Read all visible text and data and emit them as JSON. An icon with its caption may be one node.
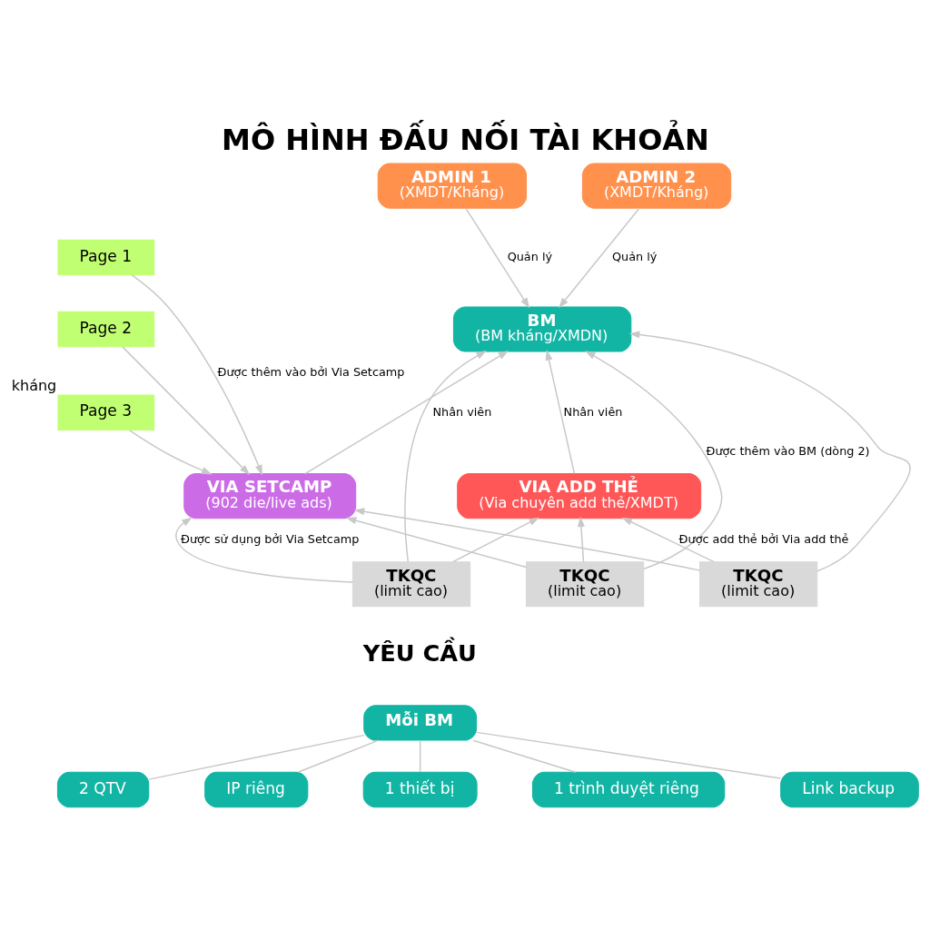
{
  "diagram": {
    "title": "MÔ HÌNH ĐẤU NỐI TÀI KHOẢN",
    "nodes": [
      {
        "text": [
          "ADMIN 1",
          "(XMDT/Kháng)"
        ]
      },
      {
        "text": [
          "ADMIN 2",
          "(XMDT/Kháng)"
        ]
      },
      {
        "text": [
          "Page 1"
        ]
      },
      {
        "text": [
          "Page 2"
        ]
      },
      {
        "text": [
          "Page 3"
        ],
        "beside": [
          "kháng"
        ]
      },
      {
        "text": [
          "BM",
          "(BM kháng/XMDN)"
        ]
      },
      {
        "text": [
          "VIA SETCAMP",
          "(902 die/live ads)"
        ]
      },
      {
        "text": [
          "VIA ADD THẺ",
          "(Via chuyên add thẻ/XMDT)"
        ]
      },
      {
        "text": [
          "TKQC",
          "(limit cao)"
        ]
      },
      {
        "text": [
          "TKQC",
          "(limit cao)"
        ]
      },
      {
        "text": [
          "TKQC",
          "(limit cao)"
        ]
      },
      {
        "text": [
          "Mỗi BM"
        ]
      },
      {
        "text": [
          "2 QTV"
        ]
      },
      {
        "text": [
          "IP riêng"
        ]
      },
      {
        "text": [
          "1 thiết bị"
        ]
      },
      {
        "text": [
          "1 trình duyệt riêng"
        ]
      },
      {
        "text": [
          "Link backup"
        ]
      }
    ],
    "edges": [
      {
        "from": 0,
        "to": 5,
        "arrow": "to",
        "label": "Quản lý"
      },
      {
        "from": 1,
        "to": 5,
        "arrow": "to",
        "label": "Quản lý"
      },
      {
        "from": 2,
        "to": 6,
        "arrow": "to",
        "label": "Được thêm vào bởi Via Setcamp"
      },
      {
        "from": 3,
        "to": 6,
        "arrow": "to"
      },
      {
        "from": 4,
        "to": 6,
        "arrow": "to"
      },
      {
        "from": 6,
        "to": 5,
        "arrow": "to",
        "label": "Nhân viên"
      },
      {
        "from": 7,
        "to": 5,
        "arrow": "to",
        "label": "Nhân viên"
      },
      {
        "from": 8,
        "to": 6,
        "arrow": "to",
        "label": "Được sử dụng bởi Via Setcamp"
      },
      {
        "from": 8,
        "to": 5,
        "arrow": "to"
      },
      {
        "from": 8,
        "to": 7,
        "arrow": "to"
      },
      {
        "from": 9,
        "to": 6,
        "arrow": "to"
      },
      {
        "from": 9,
        "to": 5,
        "arrow": "to",
        "label": "Được thêm vào BM (dòng 2)"
      },
      {
        "from": 9,
        "to": 7,
        "arrow": "to"
      },
      {
        "from": 10,
        "to": 6,
        "arrow": "to"
      },
      {
        "from": 10,
        "to": 5,
        "arrow": "to"
      },
      {
        "from": 10,
        "to": 7,
        "arrow": "to",
        "label": "Được add thẻ bởi Via add thẻ"
      },
      {
        "from": 11,
        "to": 12,
        "arrow": "none"
      },
      {
        "from": 11,
        "to": 13,
        "arrow": "none"
      },
      {
        "from": 11,
        "to": 14,
        "arrow": "none"
      },
      {
        "from": 11,
        "to": 15,
        "arrow": "none"
      },
      {
        "from": 11,
        "to": 16,
        "arrow": "none"
      }
    ],
    "labels": [
      "YÊU CẦU"
    ]
  }
}
